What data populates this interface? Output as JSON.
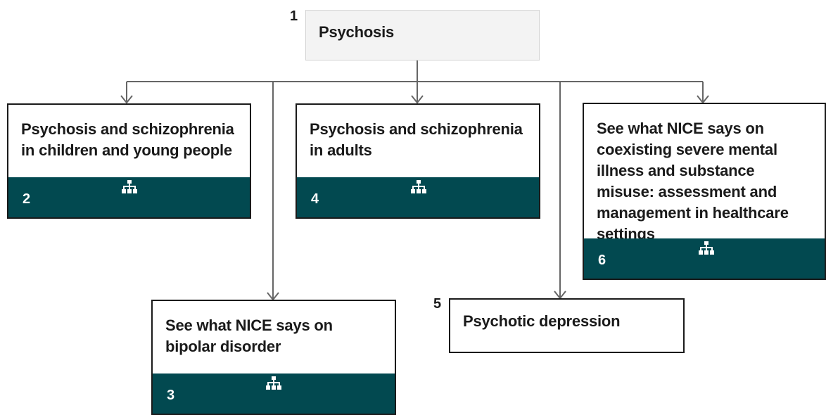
{
  "diagram": {
    "root": {
      "number": "1",
      "label": "Psychosis"
    },
    "nodes": [
      {
        "number": "2",
        "label": "Psychosis and schizophrenia in children and young people",
        "icon": "sitemap-icon"
      },
      {
        "number": "3",
        "label": "See what NICE says on bipolar disorder",
        "icon": "sitemap-icon"
      },
      {
        "number": "4",
        "label": "Psychosis and schizophrenia in adults",
        "icon": "sitemap-icon"
      },
      {
        "number": "5",
        "label": "Psychotic depression"
      },
      {
        "number": "6",
        "label": "See what NICE says on coexisting severe mental illness and substance misuse: assessment and management in healthcare settings",
        "icon": "sitemap-icon"
      }
    ]
  },
  "colors": {
    "footer": "#024950",
    "connector": "#666666",
    "border": "#1a1a1a",
    "root_background": "#f3f3f3"
  }
}
